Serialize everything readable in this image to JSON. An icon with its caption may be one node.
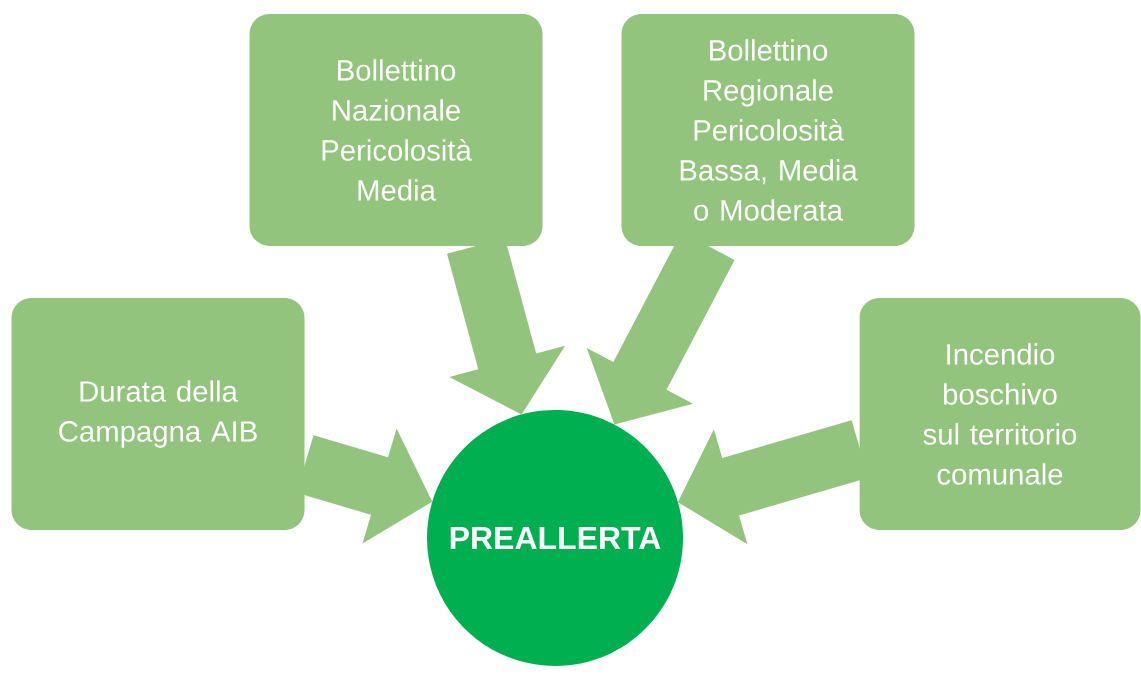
{
  "diagram": {
    "nodes": [
      {
        "text": [
          "Durata della Campagna AIB"
        ]
      },
      {
        "text": [
          "Bollettino Nazionale Pericolosità Media"
        ]
      },
      {
        "text": [
          "Bollettino Regionale Pericolosità Bassa, Media o Moderata"
        ]
      },
      {
        "text": [
          "Incendio boschivo sul territorio comunale"
        ]
      },
      {
        "text": [
          "PREALLERTA"
        ]
      }
    ],
    "edges": [
      {
        "from": 0,
        "to": 4,
        "arrow": "to"
      },
      {
        "from": 1,
        "to": 4,
        "arrow": "to"
      },
      {
        "from": 2,
        "to": 4,
        "arrow": "to"
      },
      {
        "from": 3,
        "to": 4,
        "arrow": "to"
      }
    ]
  }
}
